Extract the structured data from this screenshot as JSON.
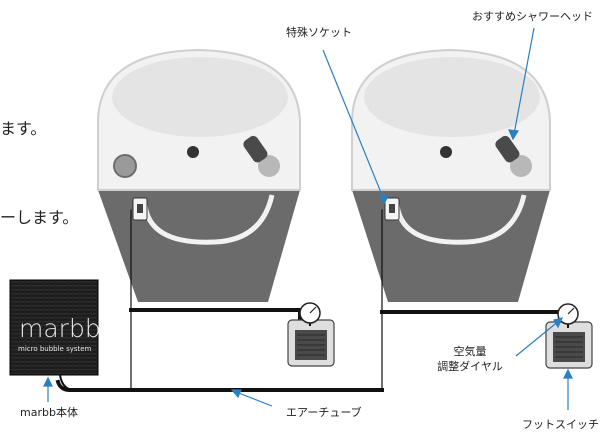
{
  "intro_fragments": [
    "ます。",
    "ーします。"
  ],
  "labels": {
    "special_socket": "特殊ソケット",
    "recommended_shower_head": "おすすめシャワーヘッド",
    "air_dial_line1": "空気量",
    "air_dial_line2": "調整ダイヤル",
    "marbb_unit": "marbb本体",
    "air_tube": "エアーチューブ",
    "foot_switch": "フットスイッチ"
  },
  "device": {
    "logo": "marbb",
    "tagline": "micro bubble system"
  },
  "colors": {
    "bowl_dark": "#6b6b6b",
    "bowl_light": "#e9e9e9",
    "tube": "#111111",
    "pointer": "#2a7fc1",
    "device": "#1c1c1c"
  }
}
